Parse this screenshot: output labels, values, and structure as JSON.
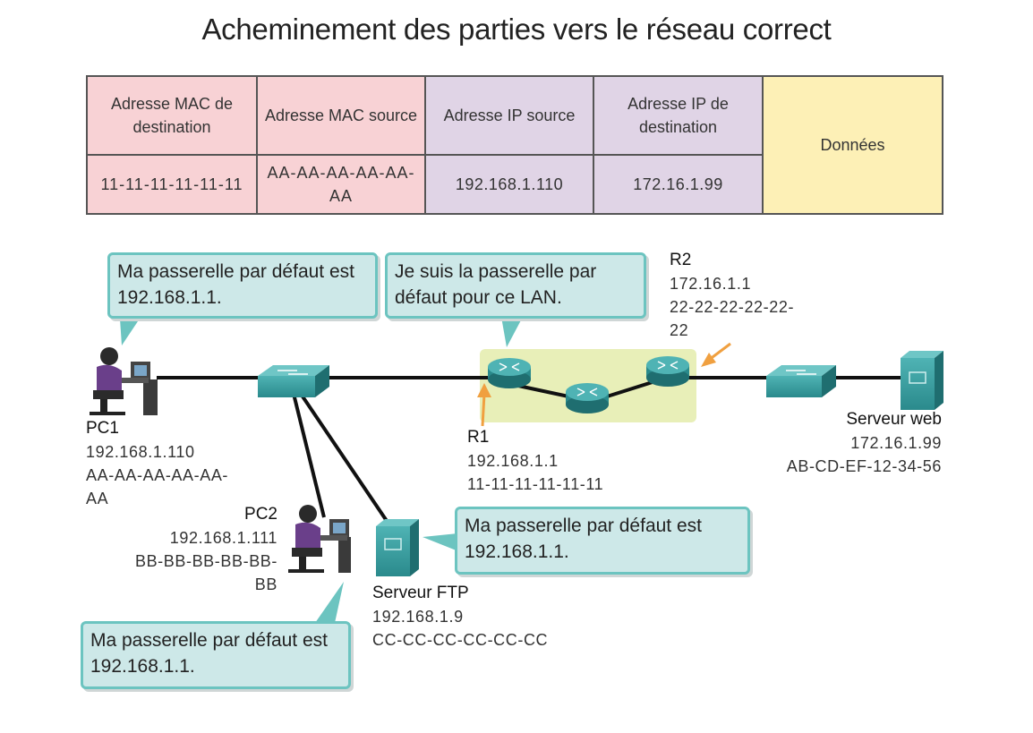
{
  "title": "Acheminement des parties vers le réseau correct",
  "frame": {
    "headers": {
      "dest_mac": "Adresse MAC de destination",
      "src_mac": "Adresse MAC source",
      "src_ip": "Adresse IP source",
      "dest_ip": "Adresse IP de destination",
      "data": "Données"
    },
    "values": {
      "dest_mac": "11-11-11-11-11-11",
      "src_mac": "AA-AA-AA-AA-AA-AA",
      "src_ip": "192.168.1.110",
      "dest_ip": "172.16.1.99"
    },
    "colors": {
      "mac": "#f8d2d5",
      "ip": "#e0d4e6",
      "data": "#fdf0b6"
    }
  },
  "devices": {
    "pc1": {
      "name": "PC1",
      "ip": "192.168.1.110",
      "mac_line1": "AA-AA-AA-AA-AA-",
      "mac_line2": "AA",
      "icon": "pc-user-icon"
    },
    "pc2": {
      "name": "PC2",
      "ip": "192.168.1.111",
      "mac_line1": "BB-BB-BB-BB-BB-",
      "mac_line2": "BB",
      "icon": "pc-user-icon"
    },
    "ftp": {
      "name": "Serveur FTP",
      "ip": "192.168.1.9",
      "mac": "CC-CC-CC-CC-CC-CC",
      "icon": "server-icon"
    },
    "web": {
      "name": "Serveur web",
      "ip": "172.16.1.99",
      "mac": "AB-CD-EF-12-34-56",
      "icon": "server-icon"
    },
    "r1": {
      "name": "R1",
      "ip": "192.168.1.1",
      "mac": "11-11-11-11-11-11",
      "icon": "router-icon"
    },
    "r2": {
      "name": "R2",
      "ip": "172.16.1.1",
      "mac_line1": "22-22-22-22-22-",
      "mac_line2": "22",
      "icon": "router-icon"
    }
  },
  "callouts": {
    "pc1": "Ma passerelle par défaut est 192.168.1.1.",
    "r1": "Je suis la passerelle par défaut pour ce LAN.",
    "ftp": "Ma passerelle par défaut est 192.168.1.1.",
    "pc2": "Ma passerelle par défaut est 192.168.1.1."
  },
  "colors": {
    "callout_bg": "#cde8e8",
    "callout_border": "#6cc4c0",
    "router_zone": "#e8efb8",
    "arrow": "#f0a040",
    "device": "#2a8a8c"
  }
}
